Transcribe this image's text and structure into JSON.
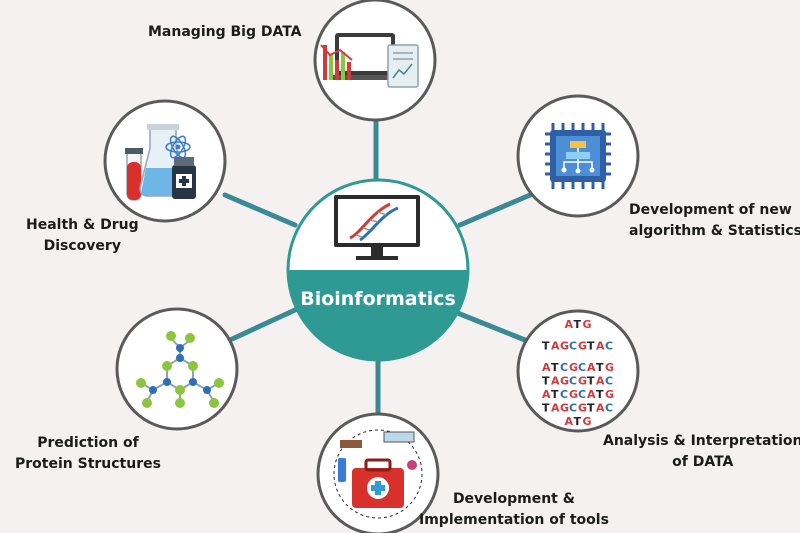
{
  "center": {
    "title": "Bioinformatics"
  },
  "nodes": {
    "big_data": {
      "lines": [
        "Managing Big DATA"
      ]
    },
    "algorithm": {
      "lines": [
        "Development of new",
        "algorithm & Statistics"
      ]
    },
    "analysis": {
      "lines": [
        "Analysis & Interpretation",
        "of DATA"
      ]
    },
    "tools": {
      "lines": [
        "Development &",
        "Implementation of tools"
      ]
    },
    "protein": {
      "lines": [
        "Prediction of",
        "Protein Structures"
      ]
    },
    "health": {
      "lines": [
        "Health & Drug",
        "Discovery"
      ]
    }
  },
  "dna_sequences": [
    "ATG",
    "TAGCGTAC",
    "ATCGCATG",
    "TAGCGTAC",
    "ATCGCATG",
    "TAGCGTAC",
    "ATG"
  ],
  "colors": {
    "teal": "#2f9a93",
    "connector": "#3a8a95",
    "circle_border": "#5a5a5a",
    "background": "#f4f1f0",
    "base_A": "#d23b3b",
    "base_T": "#222222",
    "base_G": "#d23b3b",
    "base_C": "#2f6fb5"
  }
}
